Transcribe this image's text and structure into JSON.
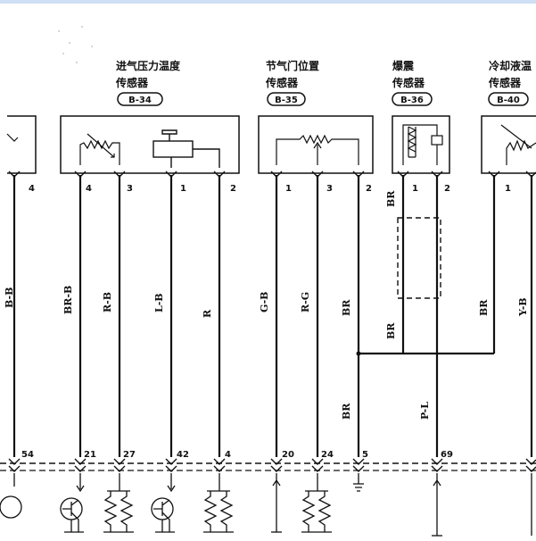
{
  "components": {
    "b34": {
      "title_line1": "进气压力温度",
      "title_line2": "传感器",
      "code": "B-34",
      "pins": [
        "4",
        "3",
        "1",
        "2"
      ],
      "wires": [
        "BR-B",
        "R-B",
        "L-B",
        "R"
      ],
      "terminals": [
        "21",
        "27",
        "42",
        "4"
      ]
    },
    "b35": {
      "title_line1": "节气门位置",
      "title_line2": "传感器",
      "code": "B-35",
      "pins": [
        "1",
        "3",
        "2"
      ],
      "wires": [
        "G-B",
        "R-G",
        "BR"
      ],
      "terminals": [
        "20",
        "24",
        "5"
      ]
    },
    "b36": {
      "title_line1": "爆震",
      "title_line2": "传感器",
      "code": "B-36",
      "pins": [
        "1",
        "2"
      ],
      "wires": [
        "BR",
        "BR",
        "P-L"
      ],
      "terminals": [
        "69"
      ]
    },
    "b40": {
      "title_line1": "冷却液温",
      "title_line2": "传感器",
      "code": "B-40",
      "pins": [
        "1"
      ],
      "wires": [
        "BR",
        "Y-B"
      ]
    },
    "left_partial": {
      "pin": "4",
      "wire": "B-B",
      "terminal": "54"
    },
    "shared_wire": "BR"
  },
  "colors": {
    "ink": "#111111",
    "top_bar": "#cfe0f5"
  }
}
